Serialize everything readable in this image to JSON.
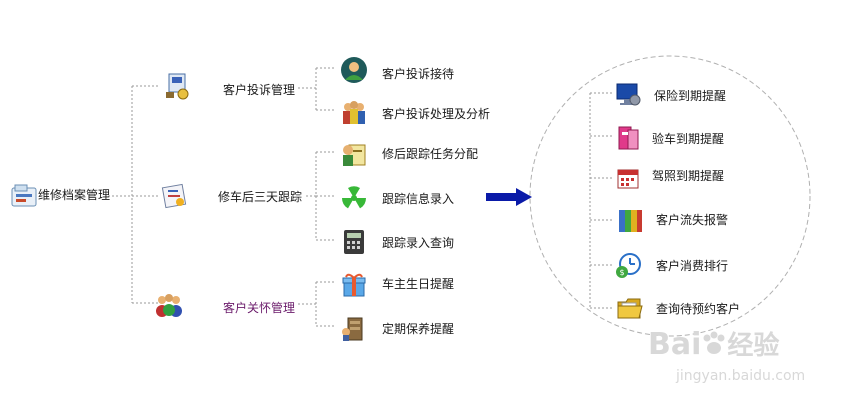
{
  "root": {
    "label": "维修档案管理",
    "icon": "archive-folder-icon"
  },
  "groups": [
    {
      "label": "客户投诉管理",
      "icon": "complaint-management-icon",
      "items": [
        {
          "label": "客户投诉接待",
          "icon": "customer-reception-icon"
        },
        {
          "label": "客户投诉处理及分析",
          "icon": "people-group-icon"
        }
      ]
    },
    {
      "label": "修车后三天跟踪",
      "icon": "tracking-document-icon",
      "items": [
        {
          "label": "修后跟踪任务分配",
          "icon": "task-assign-icon"
        },
        {
          "label": "跟踪信息录入",
          "icon": "radiation-icon"
        },
        {
          "label": "跟踪录入查询",
          "icon": "calculator-icon"
        }
      ]
    },
    {
      "label": "客户关怀管理",
      "icon": "customer-group-icon",
      "items": [
        {
          "label": "车主生日提醒",
          "icon": "gift-box-icon"
        },
        {
          "label": "定期保养提醒",
          "icon": "maintenance-icon"
        }
      ]
    }
  ],
  "reminders": [
    {
      "label": "保险到期提醒",
      "icon": "monitor-gear-icon"
    },
    {
      "label": "验车到期提醒",
      "icon": "pink-binder-icon"
    },
    {
      "label": "驾照到期提醒",
      "icon": "calendar-icon"
    },
    {
      "label": "客户流失报警",
      "icon": "binders-icon"
    },
    {
      "label": "客户消费排行",
      "icon": "clock-money-icon"
    },
    {
      "label": "查询待预约客户",
      "icon": "open-folder-icon"
    }
  ],
  "colors": {
    "arrow": "#0a1aa8",
    "lines": "#9a9a9a",
    "circle": "#b0b0b0",
    "care_text": "#6a1a6a"
  },
  "watermark": {
    "brand": "Bai",
    "brand_suffix": "经验",
    "url": "jingyan.baidu.com"
  }
}
